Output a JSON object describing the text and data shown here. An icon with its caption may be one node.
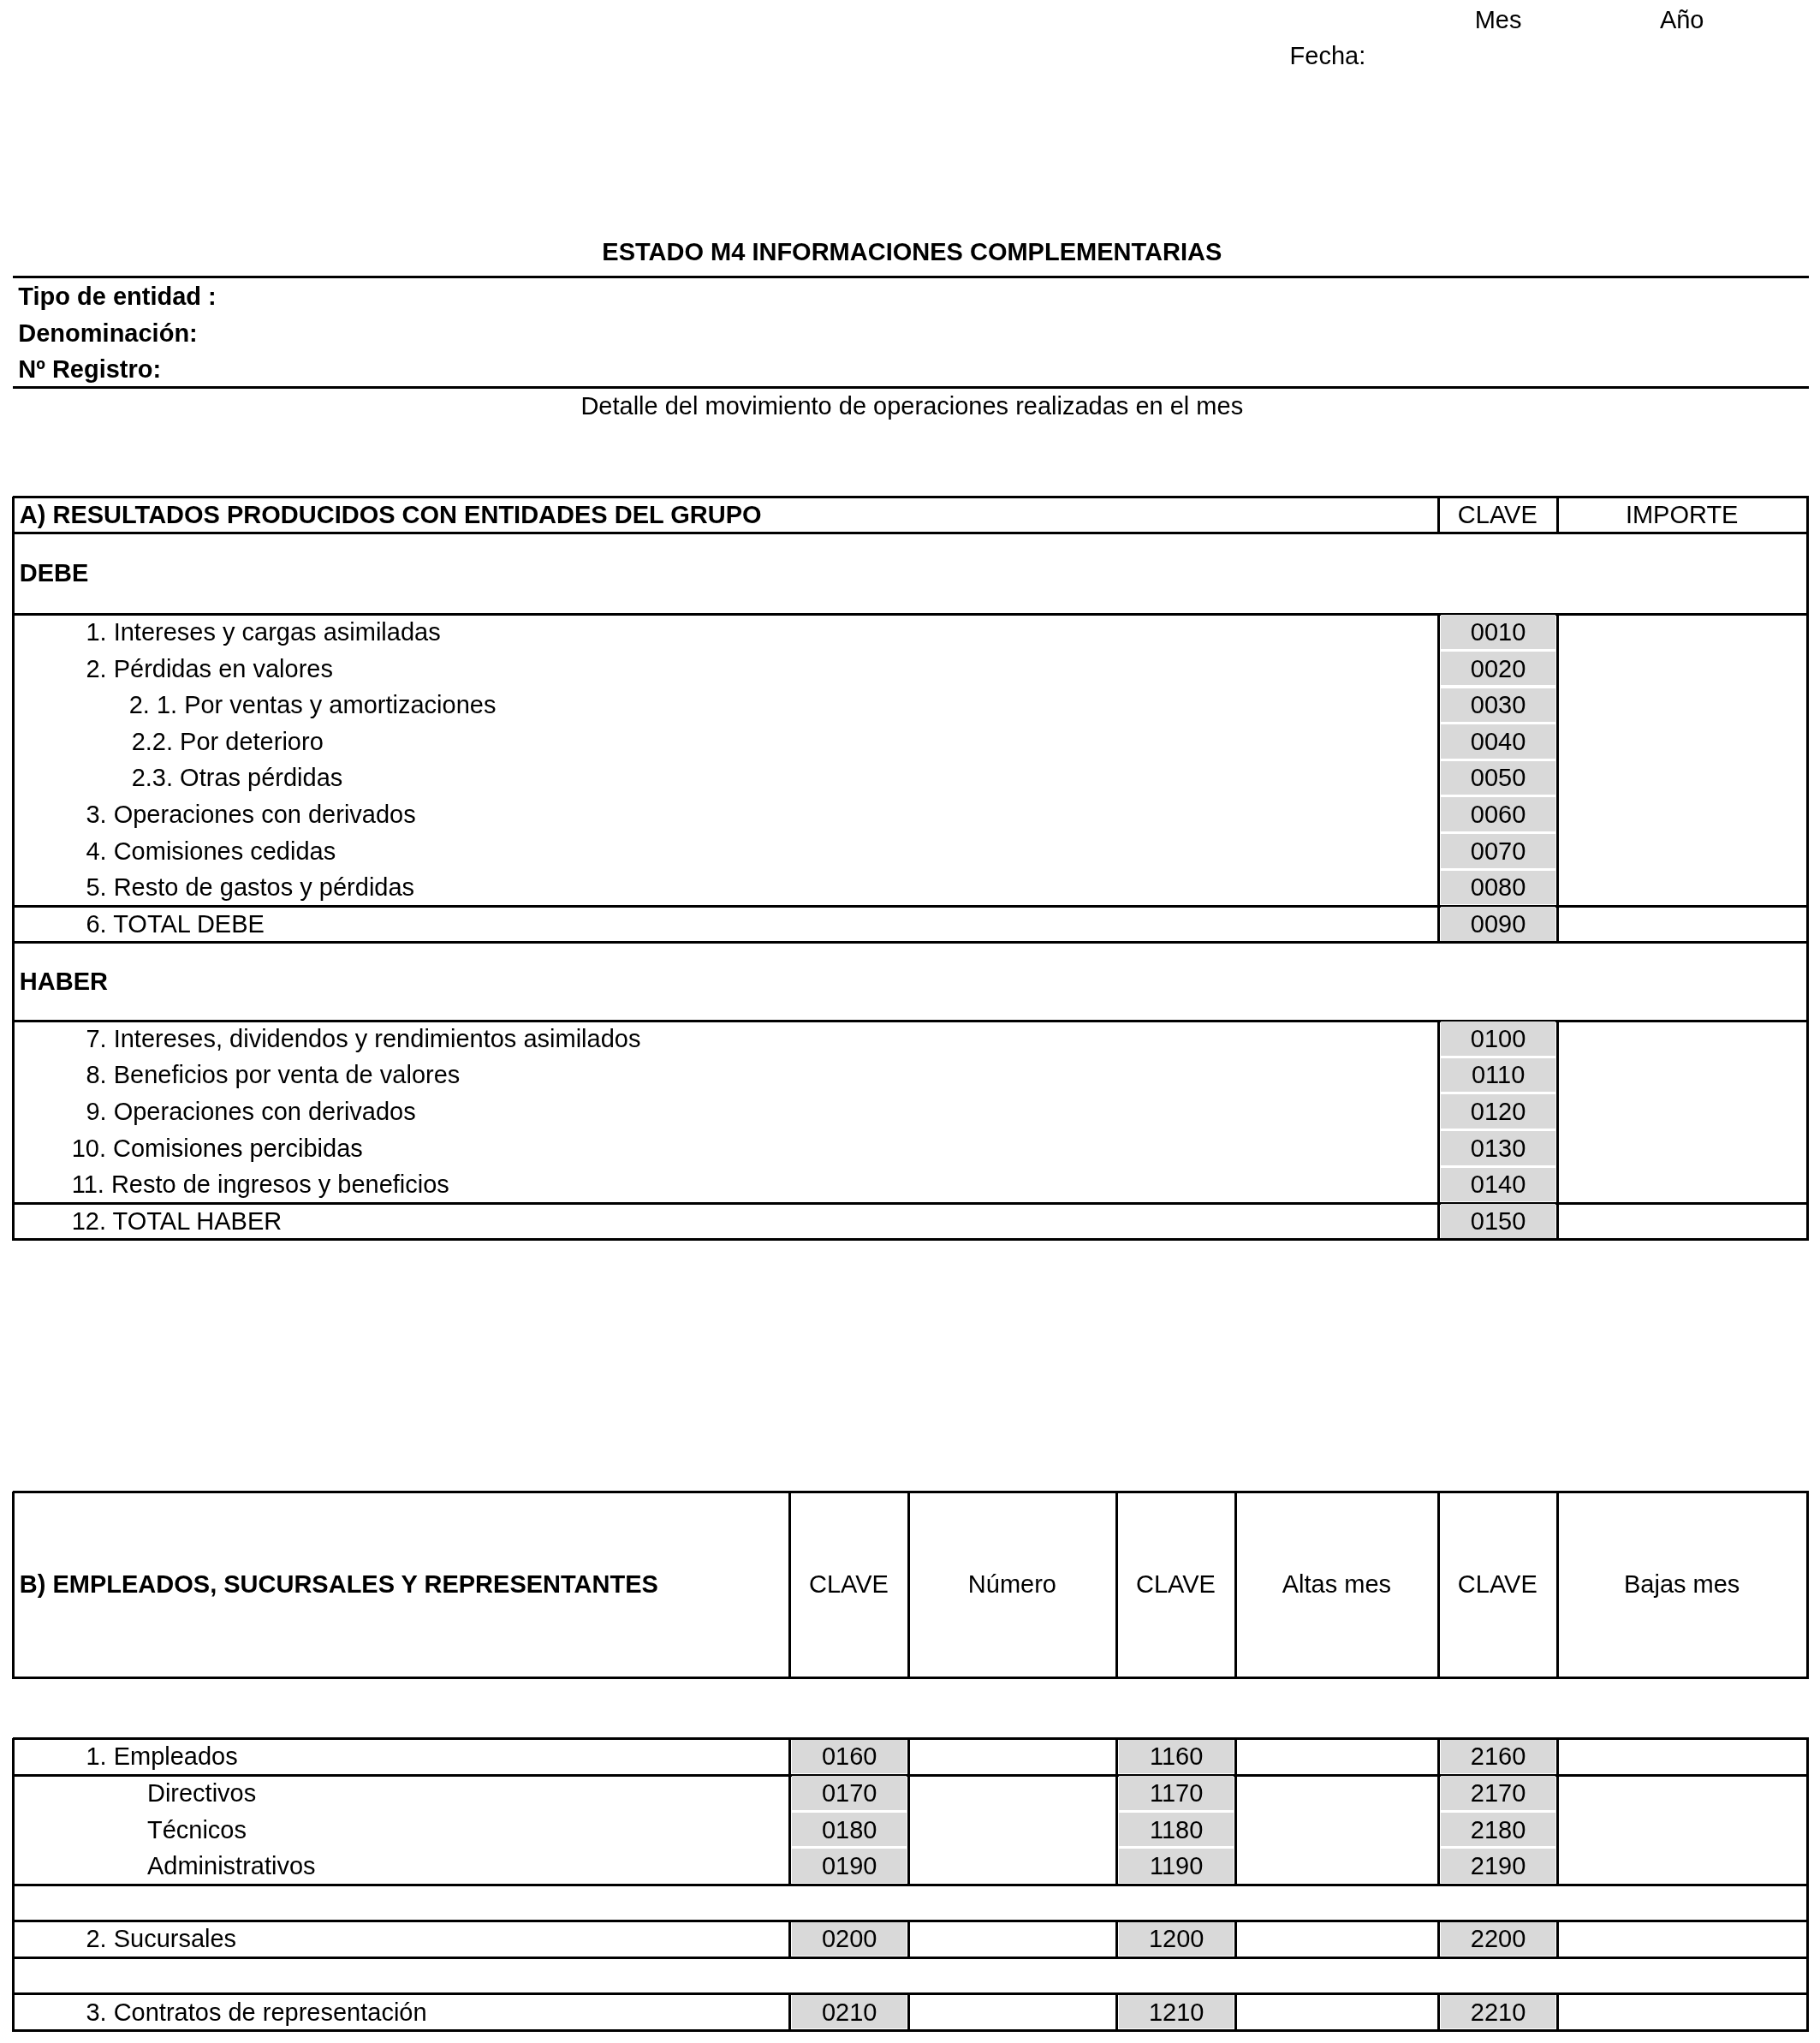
{
  "diagram": {
    "title": "ESTADO M4 INFORMACIONES COMPLEMENTARIAS",
    "labels": [
      "Mes",
      "Año",
      "Fecha:",
      "Tipo de entidad :",
      "Denominación:",
      "Nº Registro:",
      "Detalle del movimiento de operaciones realizadas en el mes",
      "A) RESULTADOS PRODUCIDOS CON ENTIDADES DEL GRUPO",
      "CLAVE",
      "IMPORTE",
      "DEBE",
      "1. Intereses y cargas asimiladas",
      "0010",
      "2. Pérdidas en valores",
      "0020",
      "2. 1. Por ventas y amortizaciones",
      "0030",
      "2.2. Por deterioro",
      "0040",
      "2.3. Otras pérdidas",
      "0050",
      "3. Operaciones con derivados",
      "0060",
      "4. Comisiones cedidas",
      "0070",
      "5. Resto de gastos y pérdidas",
      "0080",
      "6. TOTAL DEBE",
      "0090",
      "HABER",
      "7. Intereses, dividendos y rendimientos asimilados",
      "0100",
      "8. Beneficios por venta de valores",
      "0110",
      "9. Operaciones con derivados",
      "0120",
      "10. Comisiones percibidas",
      "0130",
      "11. Resto de ingresos y beneficios",
      "0140",
      "12. TOTAL HABER",
      "0150",
      "B) EMPLEADOS, SUCURSALES Y REPRESENTANTES",
      "CLAVE",
      "Número",
      "CLAVE",
      "Altas mes",
      "CLAVE",
      "Bajas mes",
      "1. Empleados",
      "0160",
      "1160",
      "2160",
      "Directivos",
      "0170",
      "1170",
      "2170",
      "Técnicos",
      "0180",
      "1180",
      "2180",
      "Administrativos",
      "0190",
      "1190",
      "2190",
      "2. Sucursales",
      "0200",
      "1200",
      "2200",
      "3. Contratos de representación",
      "0210",
      "1210",
      "2210"
    ]
  }
}
